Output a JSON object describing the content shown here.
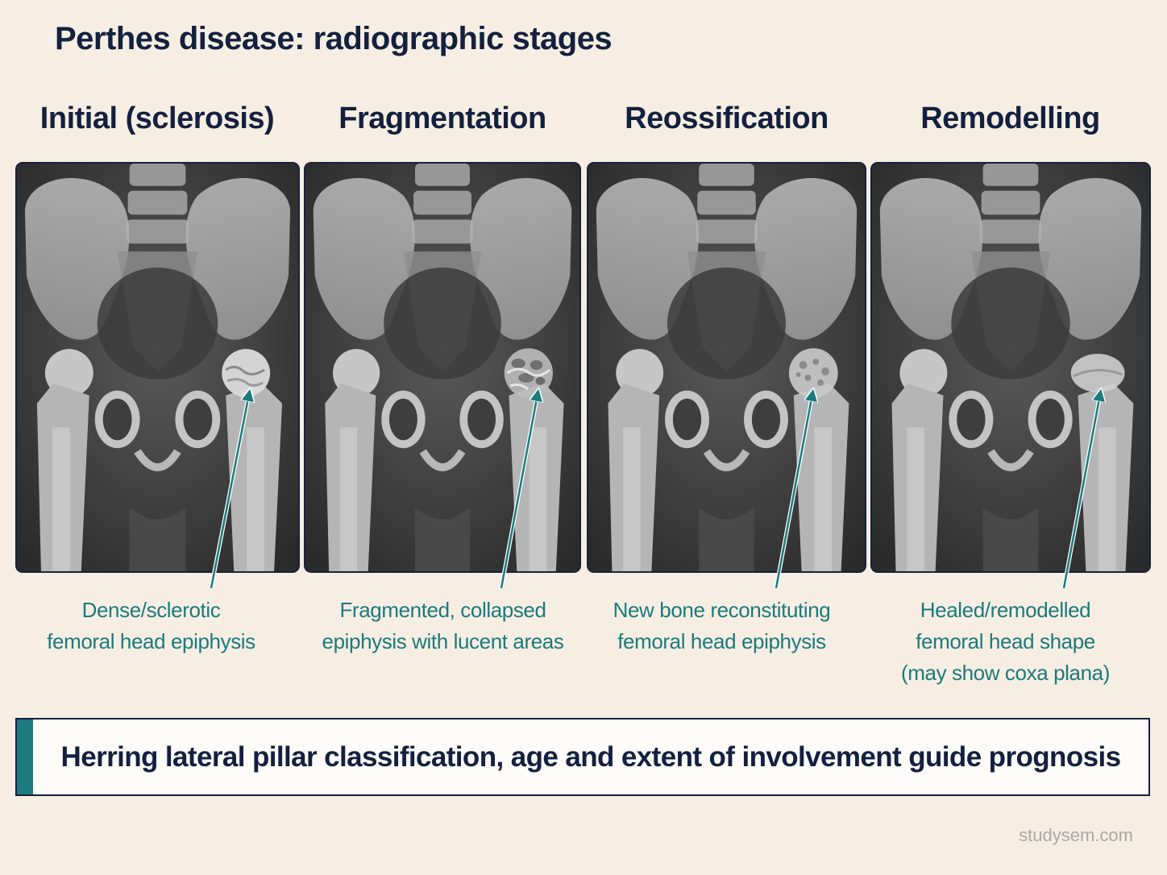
{
  "title": "Perthes disease: radiographic stages",
  "stages": [
    {
      "name": "Initial (sclerosis)",
      "caption_lines": [
        "Dense/sclerotic",
        "femoral head epiphysis"
      ],
      "head_appearance": "sclerotic"
    },
    {
      "name": "Fragmentation",
      "caption_lines": [
        "Fragmented, collapsed",
        "epiphysis with lucent areas"
      ],
      "head_appearance": "fragmented"
    },
    {
      "name": "Reossification",
      "caption_lines": [
        "New bone reconstituting",
        "femoral head epiphysis"
      ],
      "head_appearance": "reossifying"
    },
    {
      "name": "Remodelling",
      "caption_lines": [
        "Healed/remodelled",
        "femoral head shape",
        "(may show coxa plana)"
      ],
      "head_appearance": "remodelled"
    }
  ],
  "footer_note": "Herring lateral pillar classification, age and extent of involvement guide prognosis",
  "watermark": "studysem.com",
  "colors": {
    "background": "#f6eee2",
    "title": "#13203f",
    "accent": "#1b7a7d",
    "panel_border": "#17223b"
  }
}
